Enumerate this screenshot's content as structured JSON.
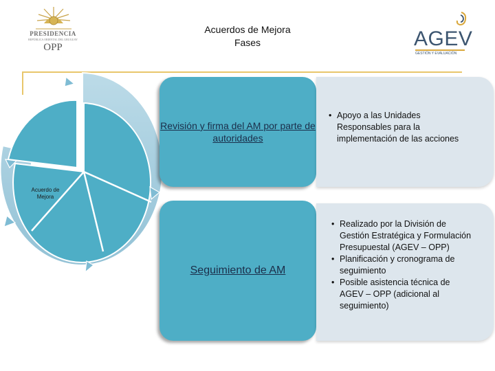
{
  "header": {
    "title_line1": "Acuerdos de Mejora",
    "title_line2": "Fases",
    "logo_left": {
      "name": "PRESIDENCIA",
      "subtitle": "REPÚBLICA ORIENTAL DEL URUGUAY",
      "acronym": "OPP"
    },
    "logo_right": {
      "name": "AGEV",
      "subtitle": "GESTIÓN Y EVALUACIÓN"
    }
  },
  "cycle": {
    "label": "Acuerdo de Mejora",
    "colors": {
      "inner": "#4eaec6",
      "ring": "#a8cfe0",
      "arrow": "#7fbcd4"
    }
  },
  "phases": [
    {
      "label": "Revisión y firma del AM por parte de autoridades",
      "bullets": [
        "Apoyo a las Unidades Responsables para la implementación de las acciones"
      ]
    },
    {
      "label": "Seguimiento de AM",
      "bullets": [
        "Realizado por la División de Gestión Estratégica y Formulación Presupuestal (AGEV – OPP)",
        "Planificación y cronograma de seguimiento",
        "Posible asistencia técnica de AGEV – OPP (adicional al seguimiento)"
      ]
    }
  ],
  "colors": {
    "accent": "#4eaec6",
    "panel": "#dde6ed",
    "gold": "#e8c66a",
    "brand_blue": "#3c5570"
  }
}
